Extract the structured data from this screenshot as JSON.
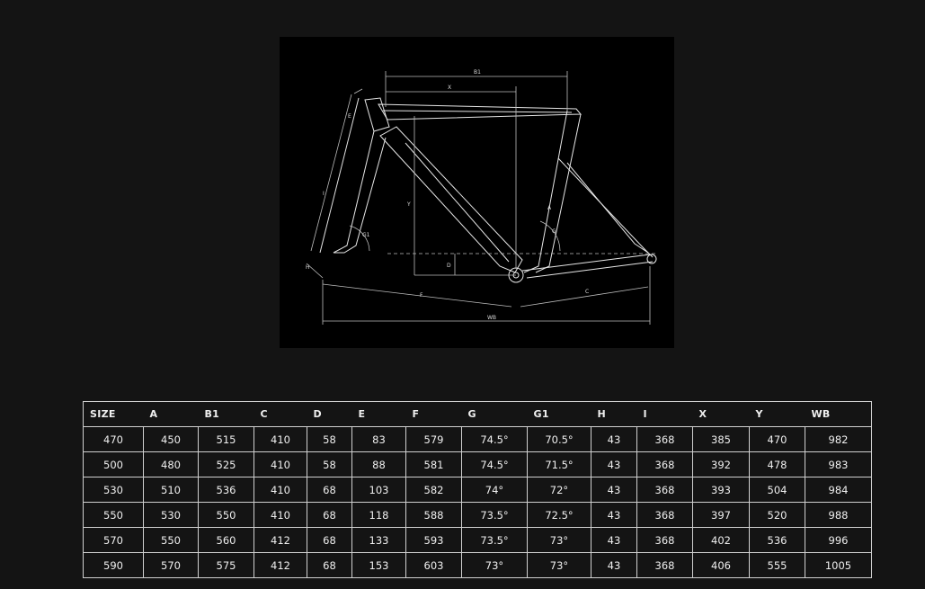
{
  "diagram": {
    "labels": {
      "b1": "B1",
      "x": "X",
      "e": "E",
      "i": "I",
      "g1": "G1",
      "y": "Y",
      "a": "A",
      "g": "G",
      "d": "D",
      "h": "H",
      "f": "F",
      "c": "C",
      "wb": "WB"
    }
  },
  "geometry_table": {
    "headers": [
      "SIZE",
      "A",
      "B1",
      "C",
      "D",
      "E",
      "F",
      "G",
      "G1",
      "H",
      "I",
      "X",
      "Y",
      "WB"
    ],
    "rows": [
      [
        "470",
        "450",
        "515",
        "410",
        "58",
        "83",
        "579",
        "74.5°",
        "70.5°",
        "43",
        "368",
        "385",
        "470",
        "982"
      ],
      [
        "500",
        "480",
        "525",
        "410",
        "58",
        "88",
        "581",
        "74.5°",
        "71.5°",
        "43",
        "368",
        "392",
        "478",
        "983"
      ],
      [
        "530",
        "510",
        "536",
        "410",
        "68",
        "103",
        "582",
        "74°",
        "72°",
        "43",
        "368",
        "393",
        "504",
        "984"
      ],
      [
        "550",
        "530",
        "550",
        "410",
        "68",
        "118",
        "588",
        "73.5°",
        "72.5°",
        "43",
        "368",
        "397",
        "520",
        "988"
      ],
      [
        "570",
        "550",
        "560",
        "412",
        "68",
        "133",
        "593",
        "73.5°",
        "73°",
        "43",
        "368",
        "402",
        "536",
        "996"
      ],
      [
        "590",
        "570",
        "575",
        "412",
        "68",
        "153",
        "603",
        "73°",
        "73°",
        "43",
        "368",
        "406",
        "555",
        "1005"
      ]
    ]
  }
}
